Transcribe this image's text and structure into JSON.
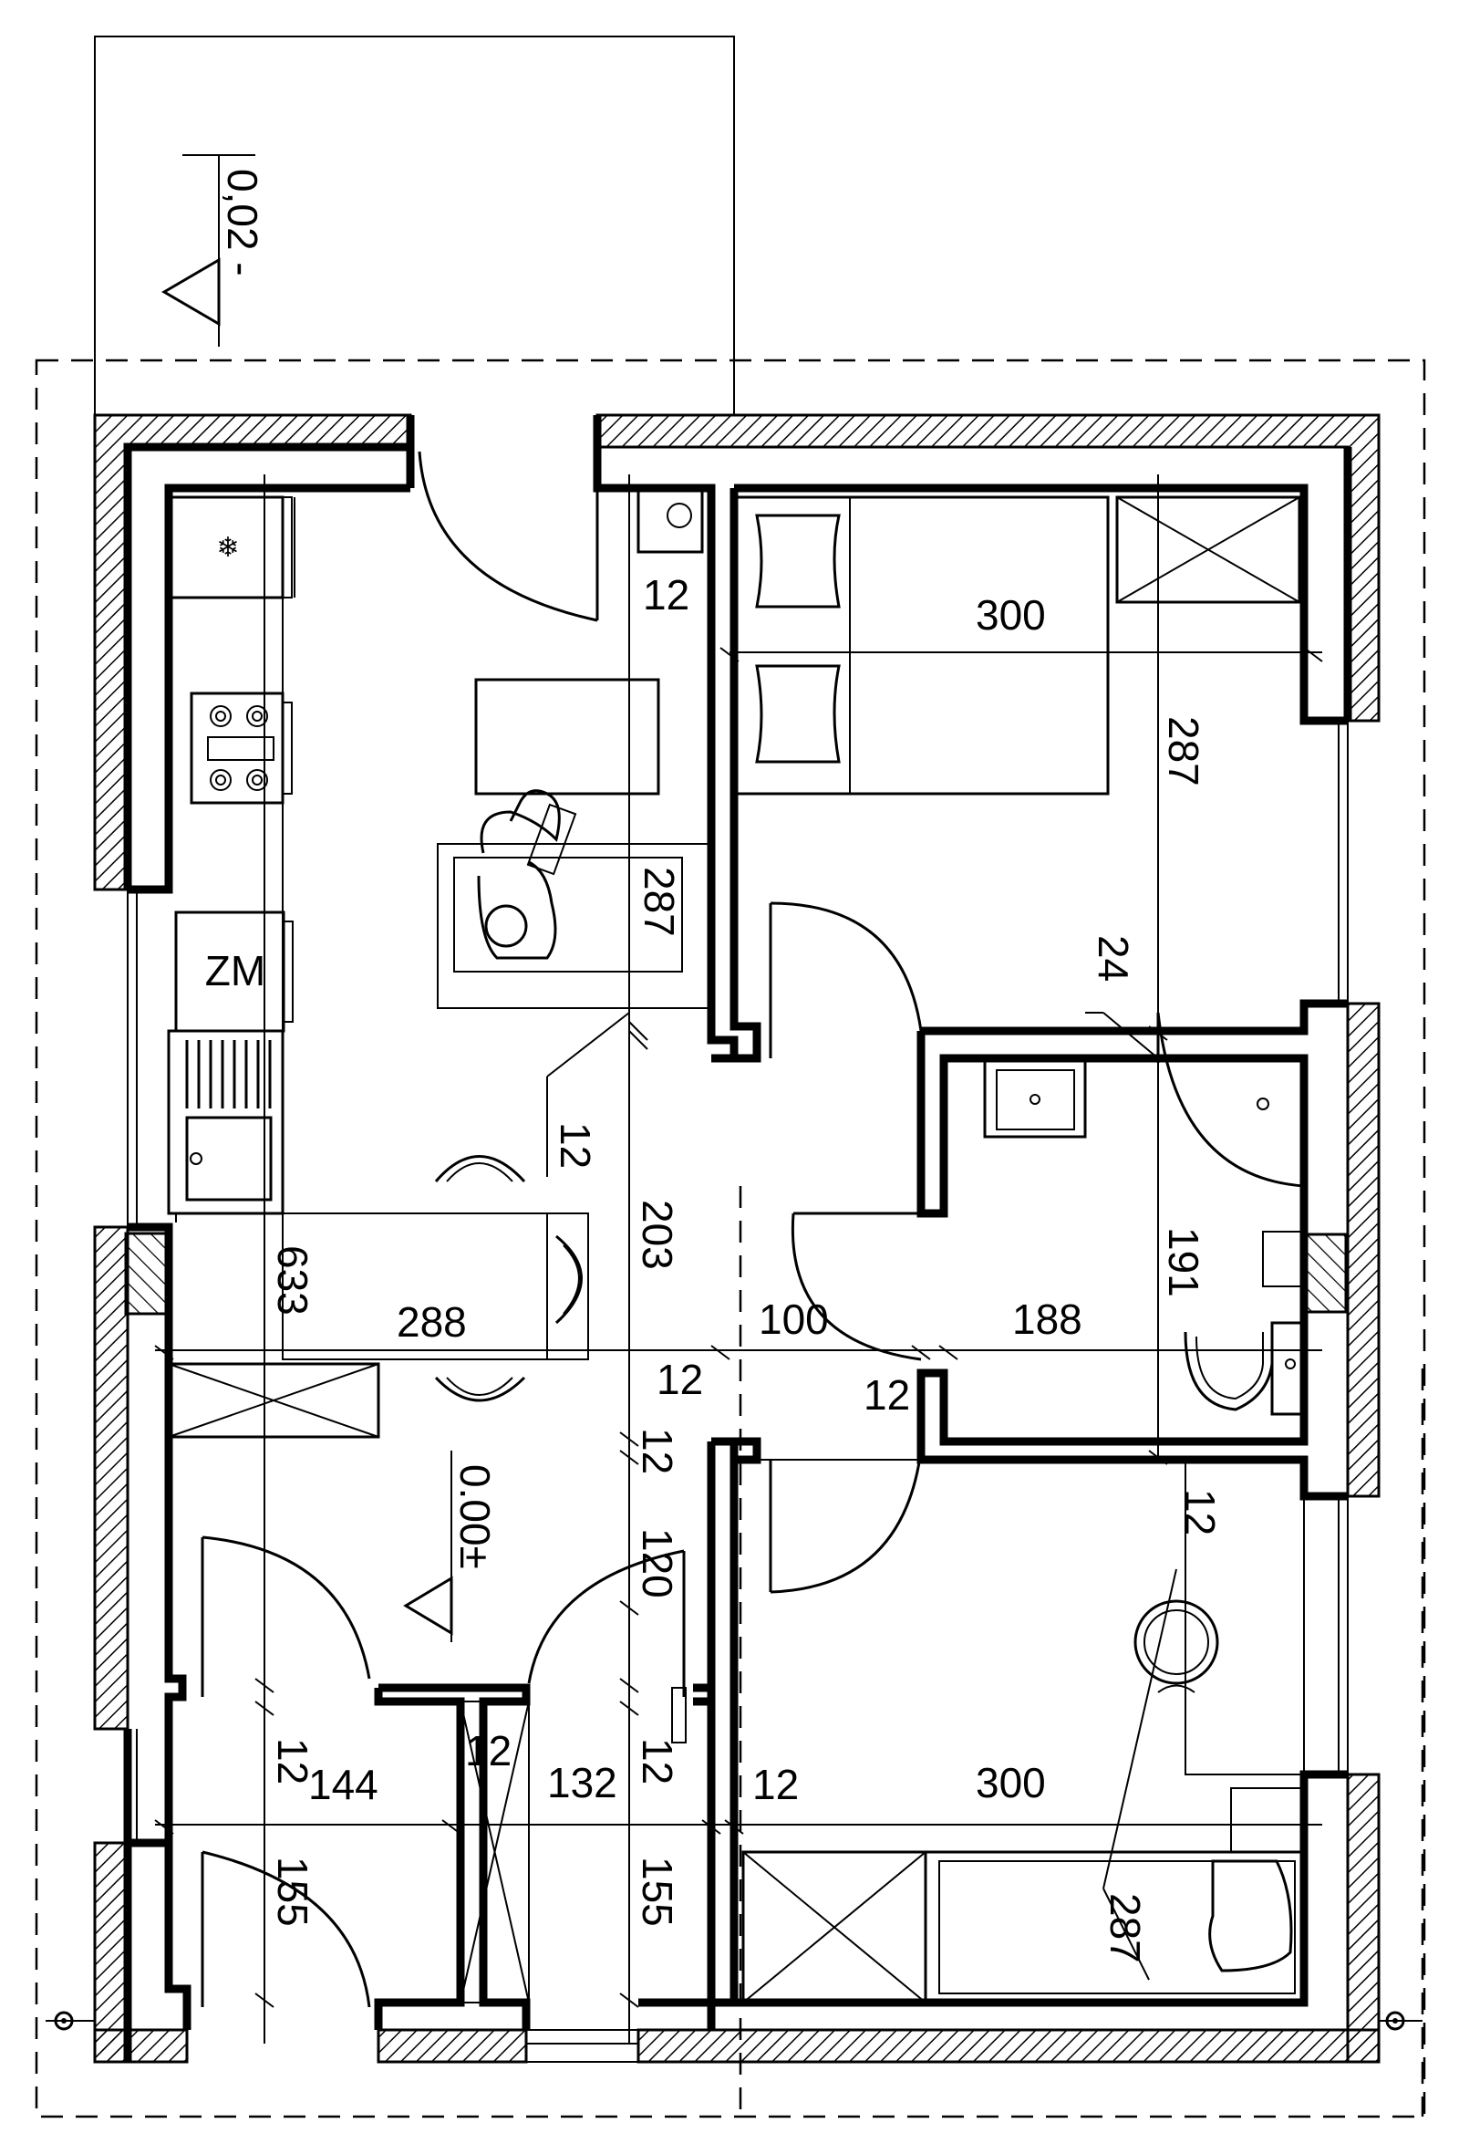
{
  "levels": {
    "terrace": "0,02 -",
    "floor": "0.00±"
  },
  "fixtures": {
    "fridge_symbol": "❄",
    "washer_label": "ZM"
  },
  "dimensions": {
    "d12_top": "12",
    "d300_bed1": "300",
    "d287_bed1": "287",
    "d287_kitchen": "287",
    "d24": "24",
    "d12_diag": "12",
    "d203": "203",
    "d633": "633",
    "d288": "288",
    "d100": "100",
    "d188": "188",
    "d191": "191",
    "d12_mid": "12",
    "d12_bath": "12",
    "d12_vert": "12",
    "d12_right": "12",
    "d120": "120",
    "d12_left": "12",
    "d144": "144",
    "d12_wc": "12",
    "d132": "132",
    "d12_c": "12",
    "d12_d": "12",
    "d300_bed2": "300",
    "d155_left": "155",
    "d155_mid": "155",
    "d287_bed2": "287"
  }
}
